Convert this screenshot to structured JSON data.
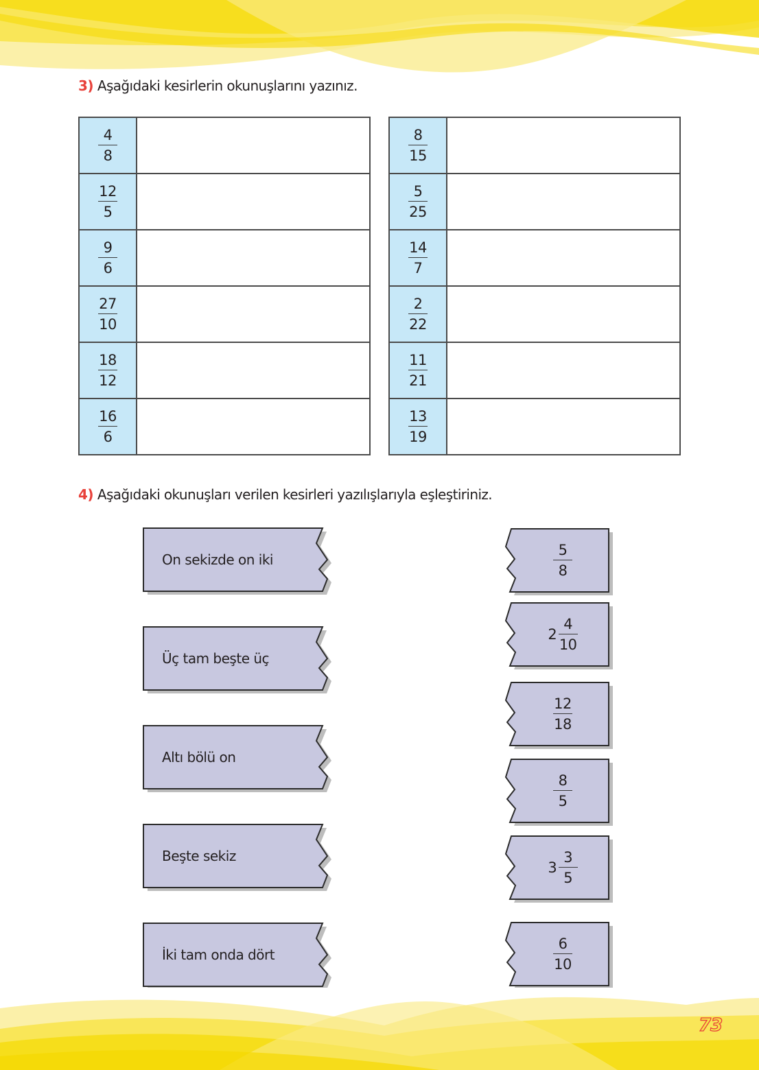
{
  "page": {
    "number": "73",
    "colors": {
      "accent": "#e8413a",
      "fraction_cell": "#c7e8f8",
      "card_fill": "#c8c8e0",
      "card_shadow": "#bdbdbd",
      "wave_yellow": "#f7df0a"
    }
  },
  "question3": {
    "number": "3)",
    "text": "Aşağıdaki kesirlerin okunuşlarını yazınız.",
    "left_table": [
      {
        "numerator": "4",
        "denominator": "8",
        "answer": ""
      },
      {
        "numerator": "12",
        "denominator": "5",
        "answer": ""
      },
      {
        "numerator": "9",
        "denominator": "6",
        "answer": ""
      },
      {
        "numerator": "27",
        "denominator": "10",
        "answer": ""
      },
      {
        "numerator": "18",
        "denominator": "12",
        "answer": ""
      },
      {
        "numerator": "16",
        "denominator": "6",
        "answer": ""
      }
    ],
    "right_table": [
      {
        "numerator": "8",
        "denominator": "15",
        "answer": ""
      },
      {
        "numerator": "5",
        "denominator": "25",
        "answer": ""
      },
      {
        "numerator": "14",
        "denominator": "7",
        "answer": ""
      },
      {
        "numerator": "2",
        "denominator": "22",
        "answer": ""
      },
      {
        "numerator": "11",
        "denominator": "21",
        "answer": ""
      },
      {
        "numerator": "13",
        "denominator": "19",
        "answer": ""
      }
    ]
  },
  "question4": {
    "number": "4)",
    "text": "Aşağıdaki okunuşları verilen kesirleri yazılışlarıyla eşleştiriniz.",
    "readings": [
      {
        "label": "On sekizde on iki"
      },
      {
        "label": "Üç tam beşte üç"
      },
      {
        "label": "Altı bölü on"
      },
      {
        "label": "Beşte sekiz"
      },
      {
        "label": "İki tam onda dört"
      }
    ],
    "fractions": [
      {
        "whole": "",
        "numerator": "5",
        "denominator": "8"
      },
      {
        "whole": "2",
        "numerator": "4",
        "denominator": "10"
      },
      {
        "whole": "",
        "numerator": "12",
        "denominator": "18"
      },
      {
        "whole": "",
        "numerator": "8",
        "denominator": "5"
      },
      {
        "whole": "3",
        "numerator": "3",
        "denominator": "5"
      },
      {
        "whole": "",
        "numerator": "6",
        "denominator": "10"
      }
    ]
  }
}
